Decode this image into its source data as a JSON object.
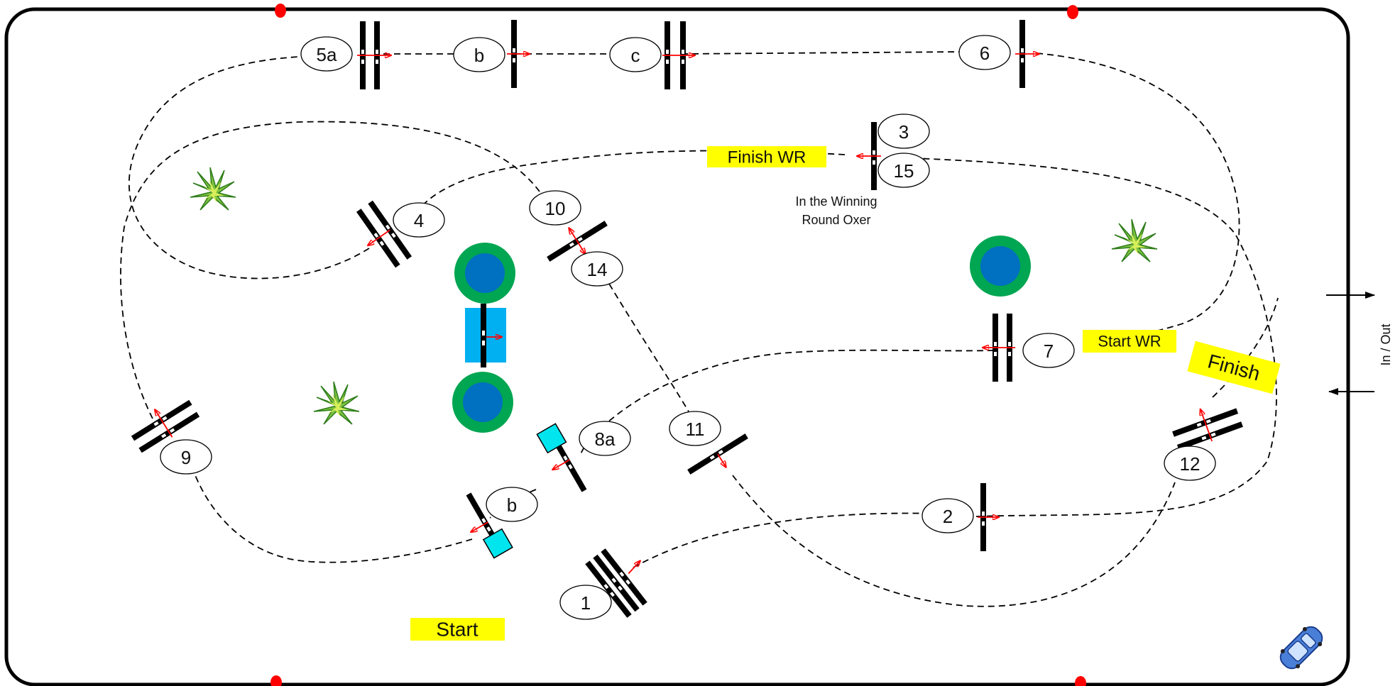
{
  "jumps": {
    "j5a": "5a",
    "j5b": "b",
    "j5c": "c",
    "j6": "6",
    "j3": "3",
    "j15": "15",
    "j4": "4",
    "j10": "10",
    "j14": "14",
    "j7": "7",
    "j9": "9",
    "j8a": "8a",
    "j8b": "b",
    "j11": "11",
    "j12": "12",
    "j2": "2",
    "j1": "1"
  },
  "labels": {
    "finish_wr": "Finish WR",
    "start_wr": "Start WR",
    "finish": "Finish",
    "start": "Start",
    "oxer_note_line1": "In the Winning",
    "oxer_note_line2": "Round Oxer",
    "in_out": "In / Out"
  },
  "colors": {
    "banner": "#ffff00",
    "water_blue": "#00b0f0",
    "pond_outer": "#00a651",
    "pond_inner": "#0070c0",
    "direction_arrow": "#ff0000",
    "marker_red": "#ff0000"
  },
  "icons": [
    "shrub-icon",
    "car-icon",
    "direction-arrow-icon"
  ]
}
